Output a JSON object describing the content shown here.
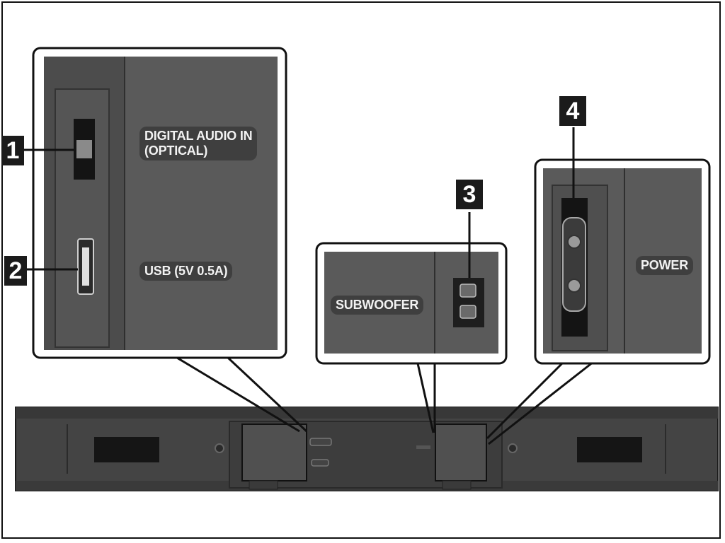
{
  "callouts": [
    {
      "number": "1",
      "label": "DIGITAL AUDIO IN\n(OPTICAL)"
    },
    {
      "number": "2",
      "label": "USB (5V 0.5A)"
    },
    {
      "number": "3",
      "label": "SUBWOOFER"
    },
    {
      "number": "4",
      "label": "POWER"
    }
  ],
  "colors": {
    "panel": "#5e5e5e",
    "panel_dark": "#4f4f4f",
    "bar": "#454545",
    "outline": "#111111",
    "label_bg": "#3f3f3f",
    "number_bg": "#1b1b1b"
  }
}
